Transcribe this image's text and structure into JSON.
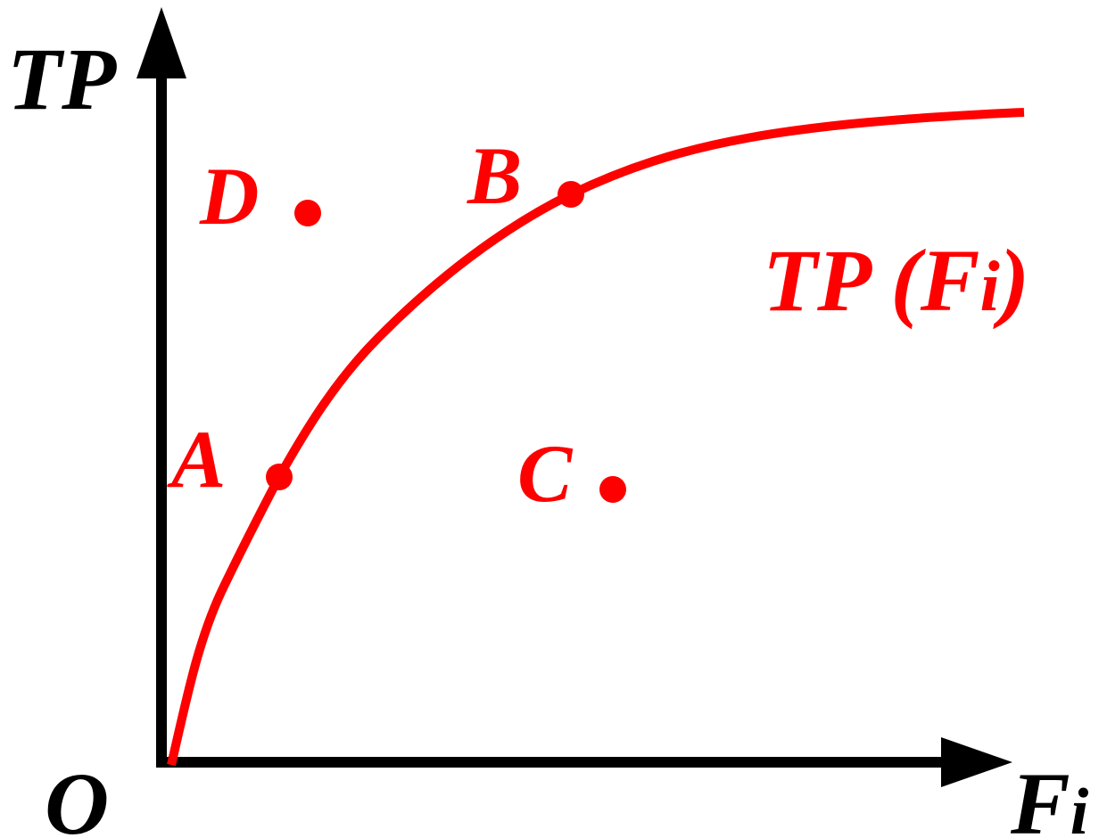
{
  "colors": {
    "axis": "#000000",
    "curve": "#ff0000",
    "points": "#ff0000"
  },
  "axes": {
    "y_label": "TP",
    "x_label_main": "F",
    "x_label_sub": "i",
    "origin_label": "O"
  },
  "curve": {
    "label_main": "TP (F",
    "label_sub": "i",
    "label_close": ")"
  },
  "points": {
    "A": {
      "label": "A",
      "on_curve": true
    },
    "B": {
      "label": "B",
      "on_curve": true
    },
    "C": {
      "label": "C",
      "on_curve": false
    },
    "D": {
      "label": "D",
      "on_curve": false
    }
  }
}
